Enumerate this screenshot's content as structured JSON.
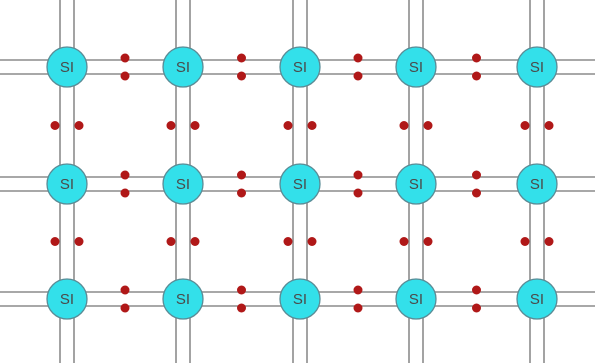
{
  "lattice": {
    "rows": 3,
    "columns": 5,
    "atom_symbol": "SI",
    "colors": {
      "atom_fill": "#33e0ea",
      "electron": "#b01818",
      "bond_line": "#8c8c8c",
      "background": "#ffffff"
    }
  }
}
